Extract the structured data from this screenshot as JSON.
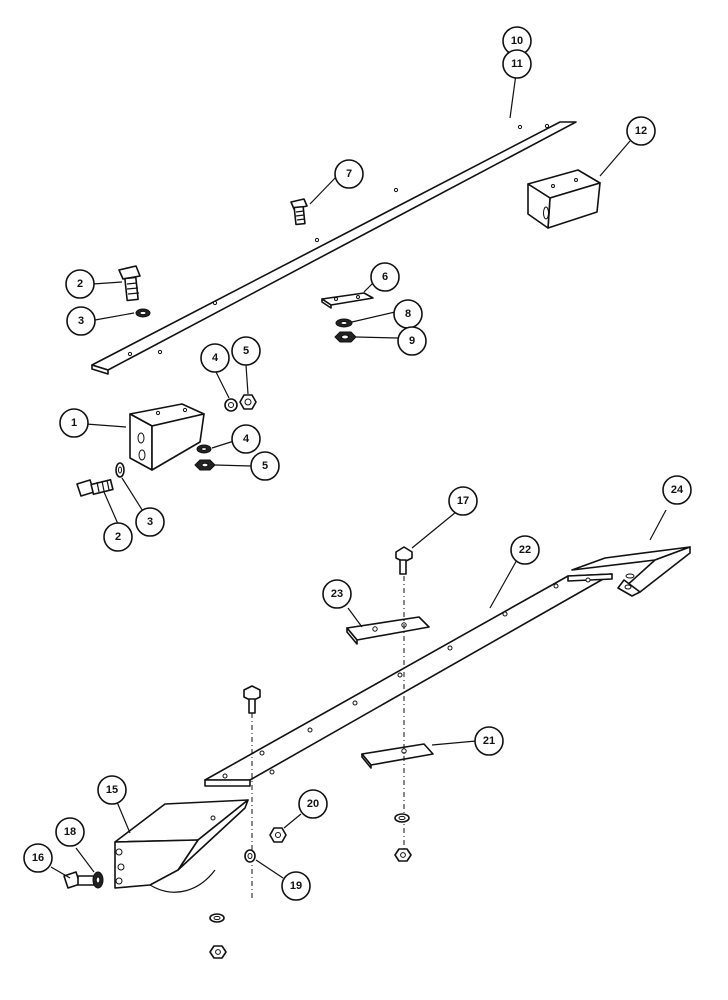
{
  "callouts": [
    {
      "id": "c10",
      "label": "10"
    },
    {
      "id": "c11",
      "label": "11"
    },
    {
      "id": "c12",
      "label": "12"
    },
    {
      "id": "c7",
      "label": "7"
    },
    {
      "id": "c2a",
      "label": "2"
    },
    {
      "id": "c3a",
      "label": "3"
    },
    {
      "id": "c6",
      "label": "6"
    },
    {
      "id": "c8",
      "label": "8"
    },
    {
      "id": "c9",
      "label": "9"
    },
    {
      "id": "c4a",
      "label": "4"
    },
    {
      "id": "c5a",
      "label": "5"
    },
    {
      "id": "c1",
      "label": "1"
    },
    {
      "id": "c4b",
      "label": "4"
    },
    {
      "id": "c5b",
      "label": "5"
    },
    {
      "id": "c2b",
      "label": "2"
    },
    {
      "id": "c3b",
      "label": "3"
    },
    {
      "id": "c17",
      "label": "17"
    },
    {
      "id": "c24",
      "label": "24"
    },
    {
      "id": "c22",
      "label": "22"
    },
    {
      "id": "c23",
      "label": "23"
    },
    {
      "id": "c21",
      "label": "21"
    },
    {
      "id": "c15",
      "label": "15"
    },
    {
      "id": "c20",
      "label": "20"
    },
    {
      "id": "c18",
      "label": "18"
    },
    {
      "id": "c16",
      "label": "16"
    },
    {
      "id": "c19",
      "label": "19"
    }
  ]
}
